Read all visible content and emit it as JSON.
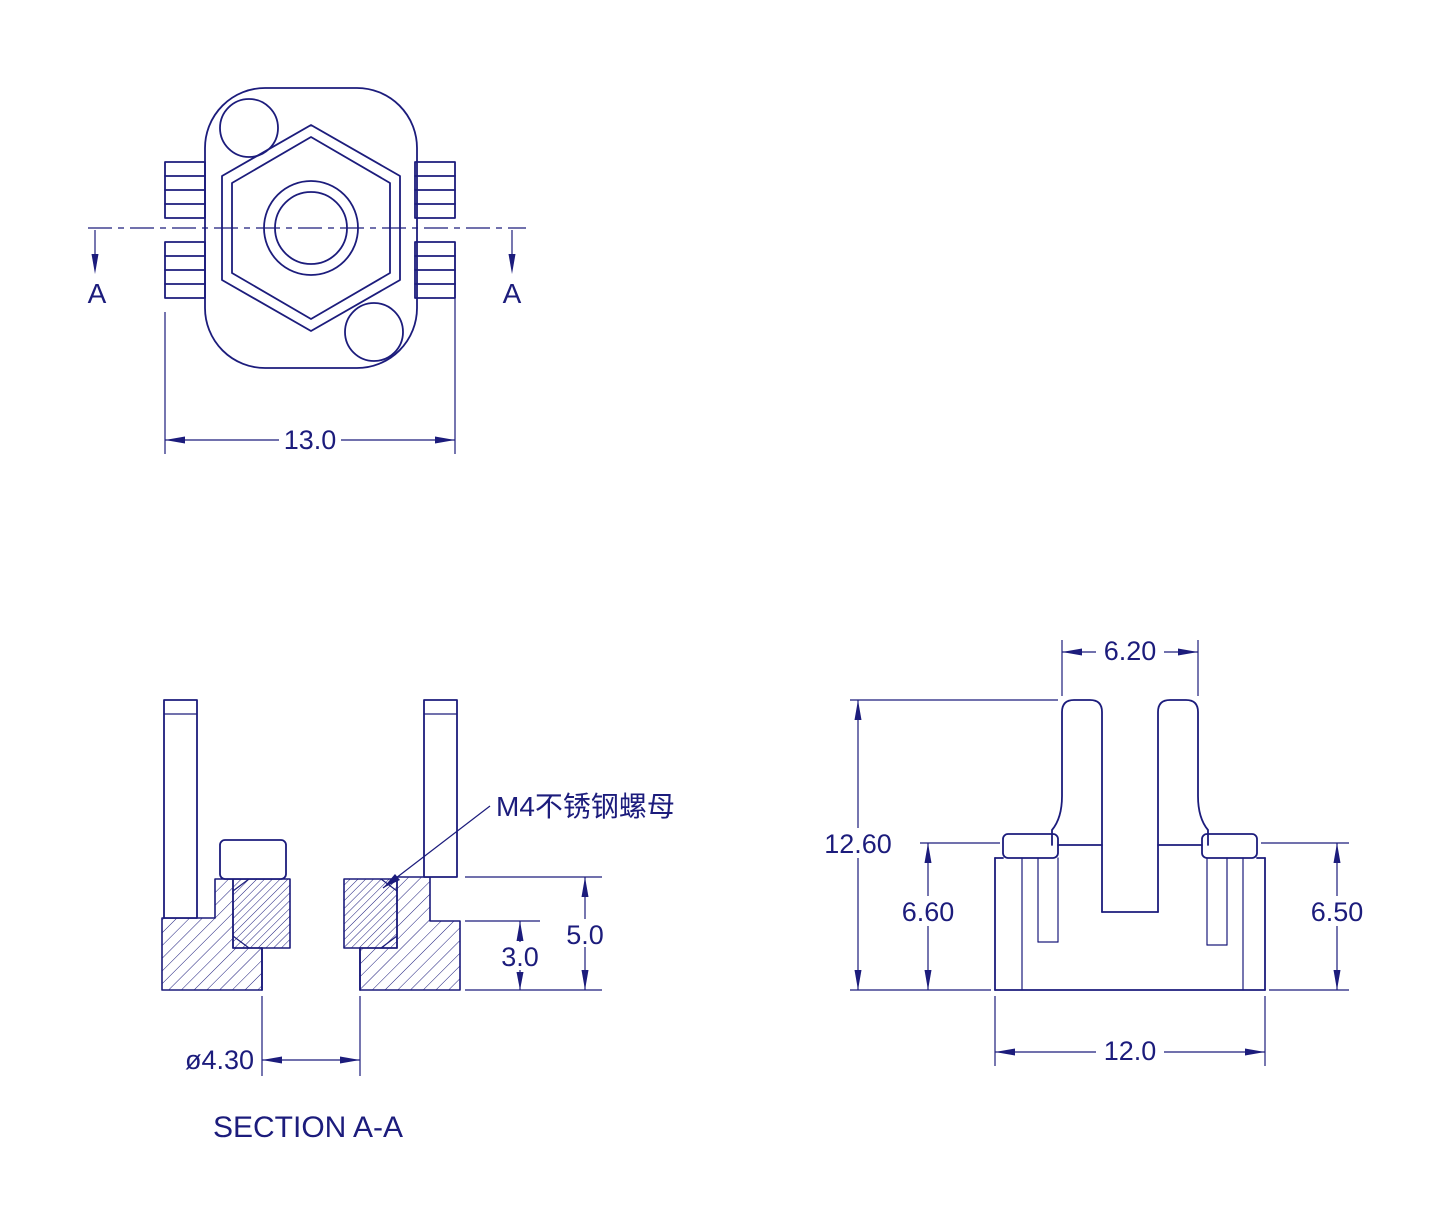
{
  "drawing": {
    "colors": {
      "line": "#1c1c7c",
      "background": "#ffffff"
    },
    "top_view": {
      "section_label_left": "A",
      "section_label_right": "A",
      "dim_overall_width": "13.0"
    },
    "section_view": {
      "caption": "SECTION A-A",
      "nut_annotation": "M4不锈钢螺母",
      "dim_boss_height": "5.0",
      "dim_flange_height": "3.0",
      "dim_hole_diameter": "ø4.30"
    },
    "side_view": {
      "dim_clip_width": "6.20",
      "dim_overall_height": "12.60",
      "dim_body_height": "6.60",
      "dim_right_height": "6.50",
      "dim_base_width": "12.0"
    }
  }
}
